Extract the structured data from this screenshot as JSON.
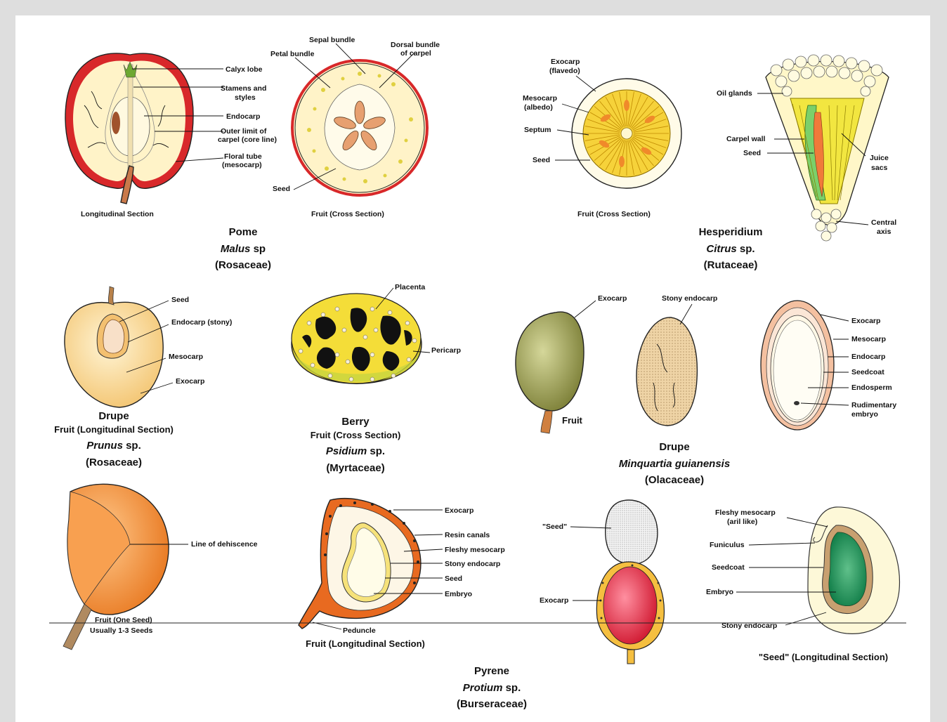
{
  "pome": {
    "labels": {
      "calyx_lobe": "Calyx lobe",
      "stamens_1": "Stamens and",
      "stamens_2": "styles",
      "endocarp": "Endocarp",
      "outer_limit_1": "Outer limit of",
      "outer_limit_2": "carpel (core line)",
      "floral_tube_1": "Floral tube",
      "floral_tube_2": "(mesocarp)",
      "seed": "Seed",
      "sepal_bundle": "Sepal bundle",
      "petal_bundle": "Petal bundle",
      "dorsal_1": "Dorsal bundle",
      "dorsal_2": "of carpel"
    },
    "caption_long": "Longitudinal Section",
    "caption_cross": "Fruit (Cross Section)",
    "title": "Pome",
    "genus": "Malus",
    "genus_suffix": " sp",
    "family": "(Rosaceae)"
  },
  "hesperidium": {
    "labels": {
      "exocarp_1": "Exocarp",
      "exocarp_2": "(flavedo)",
      "mesocarp_1": "Mesocarp",
      "mesocarp_2": "(albedo)",
      "septum": "Septum",
      "seed": "Seed",
      "oil_glands": "Oil glands",
      "carpel_wall": "Carpel wall",
      "seed2": "Seed",
      "juice_1": "Juice",
      "juice_2": "sacs",
      "central_1": "Central",
      "central_2": "axis"
    },
    "caption_cross": "Fruit (Cross Section)",
    "title": "Hesperidium",
    "genus": "Citrus",
    "genus_suffix": " sp.",
    "family": "(Rutaceae)"
  },
  "drupe_prunus": {
    "labels": {
      "seed": "Seed",
      "endocarp": "Endocarp (stony)",
      "mesocarp": "Mesocarp",
      "exocarp": "Exocarp"
    },
    "title": "Drupe",
    "caption": "Fruit (Longitudinal Section)",
    "genus": "Prunus",
    "genus_suffix": " sp.",
    "family": "(Rosaceae)"
  },
  "berry": {
    "labels": {
      "placenta": "Placenta",
      "pericarp": "Pericarp"
    },
    "title": "Berry",
    "caption": "Fruit (Cross Section)",
    "genus": "Psidium",
    "genus_suffix": " sp.",
    "family": "(Myrtaceae)"
  },
  "drupe_minquartia": {
    "labels": {
      "exocarp": "Exocarp",
      "stony_endocarp": "Stony endocarp",
      "fruit": "Fruit",
      "exocarp2": "Exocarp",
      "mesocarp": "Mesocarp",
      "endocarp": "Endocarp",
      "seedcoat": "Seedcoat",
      "endosperm": "Endosperm",
      "rud_1": "Rudimentary",
      "rud_2": "embryo"
    },
    "title": "Drupe",
    "genus": "Minquartia guianensis",
    "family": "(Olacaceae)"
  },
  "pyrene": {
    "labels": {
      "dehiscence": "Line of dehiscence",
      "fruit_one_seed": "Fruit (One Seed)",
      "usually": "Usually 1-3 Seeds",
      "exocarp": "Exocarp",
      "resin": "Resin canals",
      "fleshy": "Fleshy mesocarp",
      "stony": "Stony endocarp",
      "seed": "Seed",
      "embryo": "Embryo",
      "peduncle": "Peduncle",
      "seed_quoted": "\"Seed\"",
      "exocarp2": "Exocarp",
      "fleshy_aril_1": "Fleshy mesocarp",
      "fleshy_aril_2": "(aril like)",
      "funiculus": "Funiculus",
      "seedcoat": "Seedcoat",
      "embryo2": "Embryo",
      "stony2": "Stony endocarp"
    },
    "caption_long": "Fruit (Longitudinal Section)",
    "caption_seed": "\"Seed\" (Longitudinal Section)",
    "title": "Pyrene",
    "genus": "Protium",
    "genus_suffix": " sp.",
    "family": "(Burseraceae)"
  }
}
